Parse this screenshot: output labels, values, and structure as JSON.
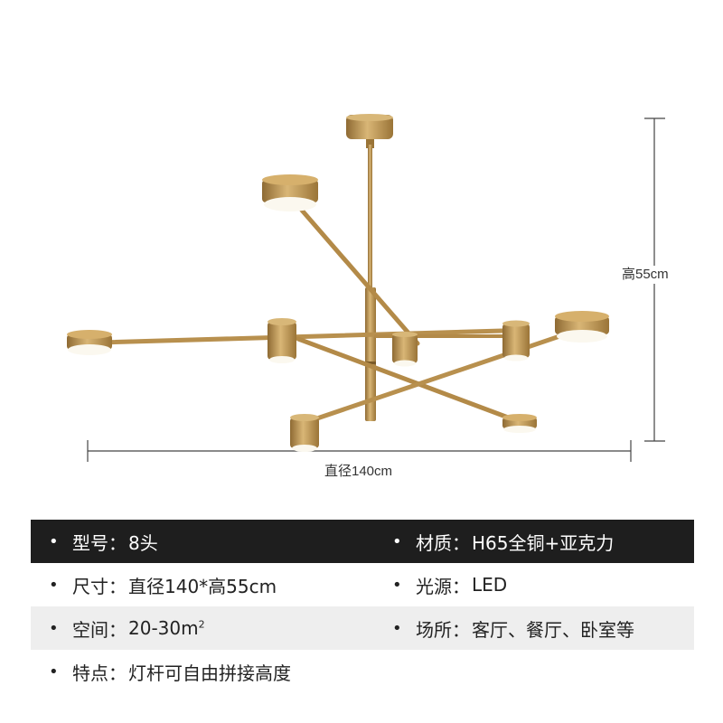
{
  "dimensions": {
    "height_label": "高55cm",
    "diameter_label": "直径140cm"
  },
  "specs": {
    "bullet": "•",
    "rows": [
      {
        "left": {
          "label": "型号：",
          "value": "8头"
        },
        "right": {
          "label": "材质：",
          "value": "H65全铜+亚克力"
        }
      },
      {
        "left": {
          "label": "尺寸：",
          "value": "直径140*高55cm"
        },
        "right": {
          "label": "光源：",
          "value": "LED"
        }
      },
      {
        "left": {
          "label": "空间：",
          "value": "20-30m",
          "sup": "2"
        },
        "right": {
          "label": "场所：",
          "value": "客厅、餐厅、卧室等"
        }
      },
      {
        "left": {
          "label": "特点：",
          "value": "灯杆可自由拼接高度"
        }
      }
    ]
  },
  "colors": {
    "brass": "#c39a55",
    "brass_dark": "#9a7437",
    "light_face": "#fbf8ef",
    "dark_row": "#1e1e1e",
    "light_row": "#eeeeee"
  }
}
